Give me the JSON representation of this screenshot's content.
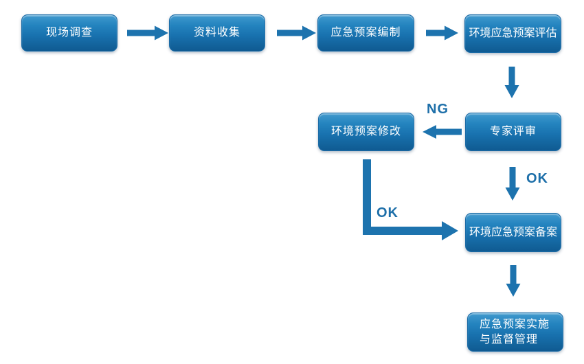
{
  "flowchart": {
    "nodes": [
      {
        "id": "survey",
        "label": "现场调查"
      },
      {
        "id": "data-collection",
        "label": "资料收集"
      },
      {
        "id": "plan-compilation",
        "label": "应急预案编制"
      },
      {
        "id": "plan-evaluation",
        "label": "环境应急预案评估"
      },
      {
        "id": "plan-revision",
        "label": "环境预案修改"
      },
      {
        "id": "expert-review",
        "label": "专家评审"
      },
      {
        "id": "plan-filing",
        "label": "环境应急预案备案"
      },
      {
        "id": "implementation",
        "lines": [
          "应急预案实施",
          "与监督管理"
        ]
      }
    ],
    "edge_labels": {
      "ng": "NG",
      "ok_vertical": "OK",
      "ok_elbow": "OK"
    },
    "edges": [
      {
        "from": "现场调查",
        "to": "资料收集",
        "label": ""
      },
      {
        "from": "资料收集",
        "to": "应急预案编制",
        "label": ""
      },
      {
        "from": "应急预案编制",
        "to": "环境应急预案评估",
        "label": ""
      },
      {
        "from": "环境应急预案评估",
        "to": "专家评审",
        "label": ""
      },
      {
        "from": "专家评审",
        "to": "环境预案修改",
        "label": "NG"
      },
      {
        "from": "专家评审",
        "to": "环境应急预案备案",
        "label": "OK"
      },
      {
        "from": "环境预案修改",
        "to": "环境应急预案备案",
        "label": "OK"
      },
      {
        "from": "环境应急预案备案",
        "to": "应急预案实施与监督管理",
        "label": ""
      }
    ],
    "colors": {
      "node_gradient_top": "#429ace",
      "node_gradient_bottom": "#0f5a92",
      "node_text": "#ffffff",
      "arrow": "#1d73ae",
      "edge_label_text": "#1d6fa9",
      "background": "#ffffff"
    }
  }
}
